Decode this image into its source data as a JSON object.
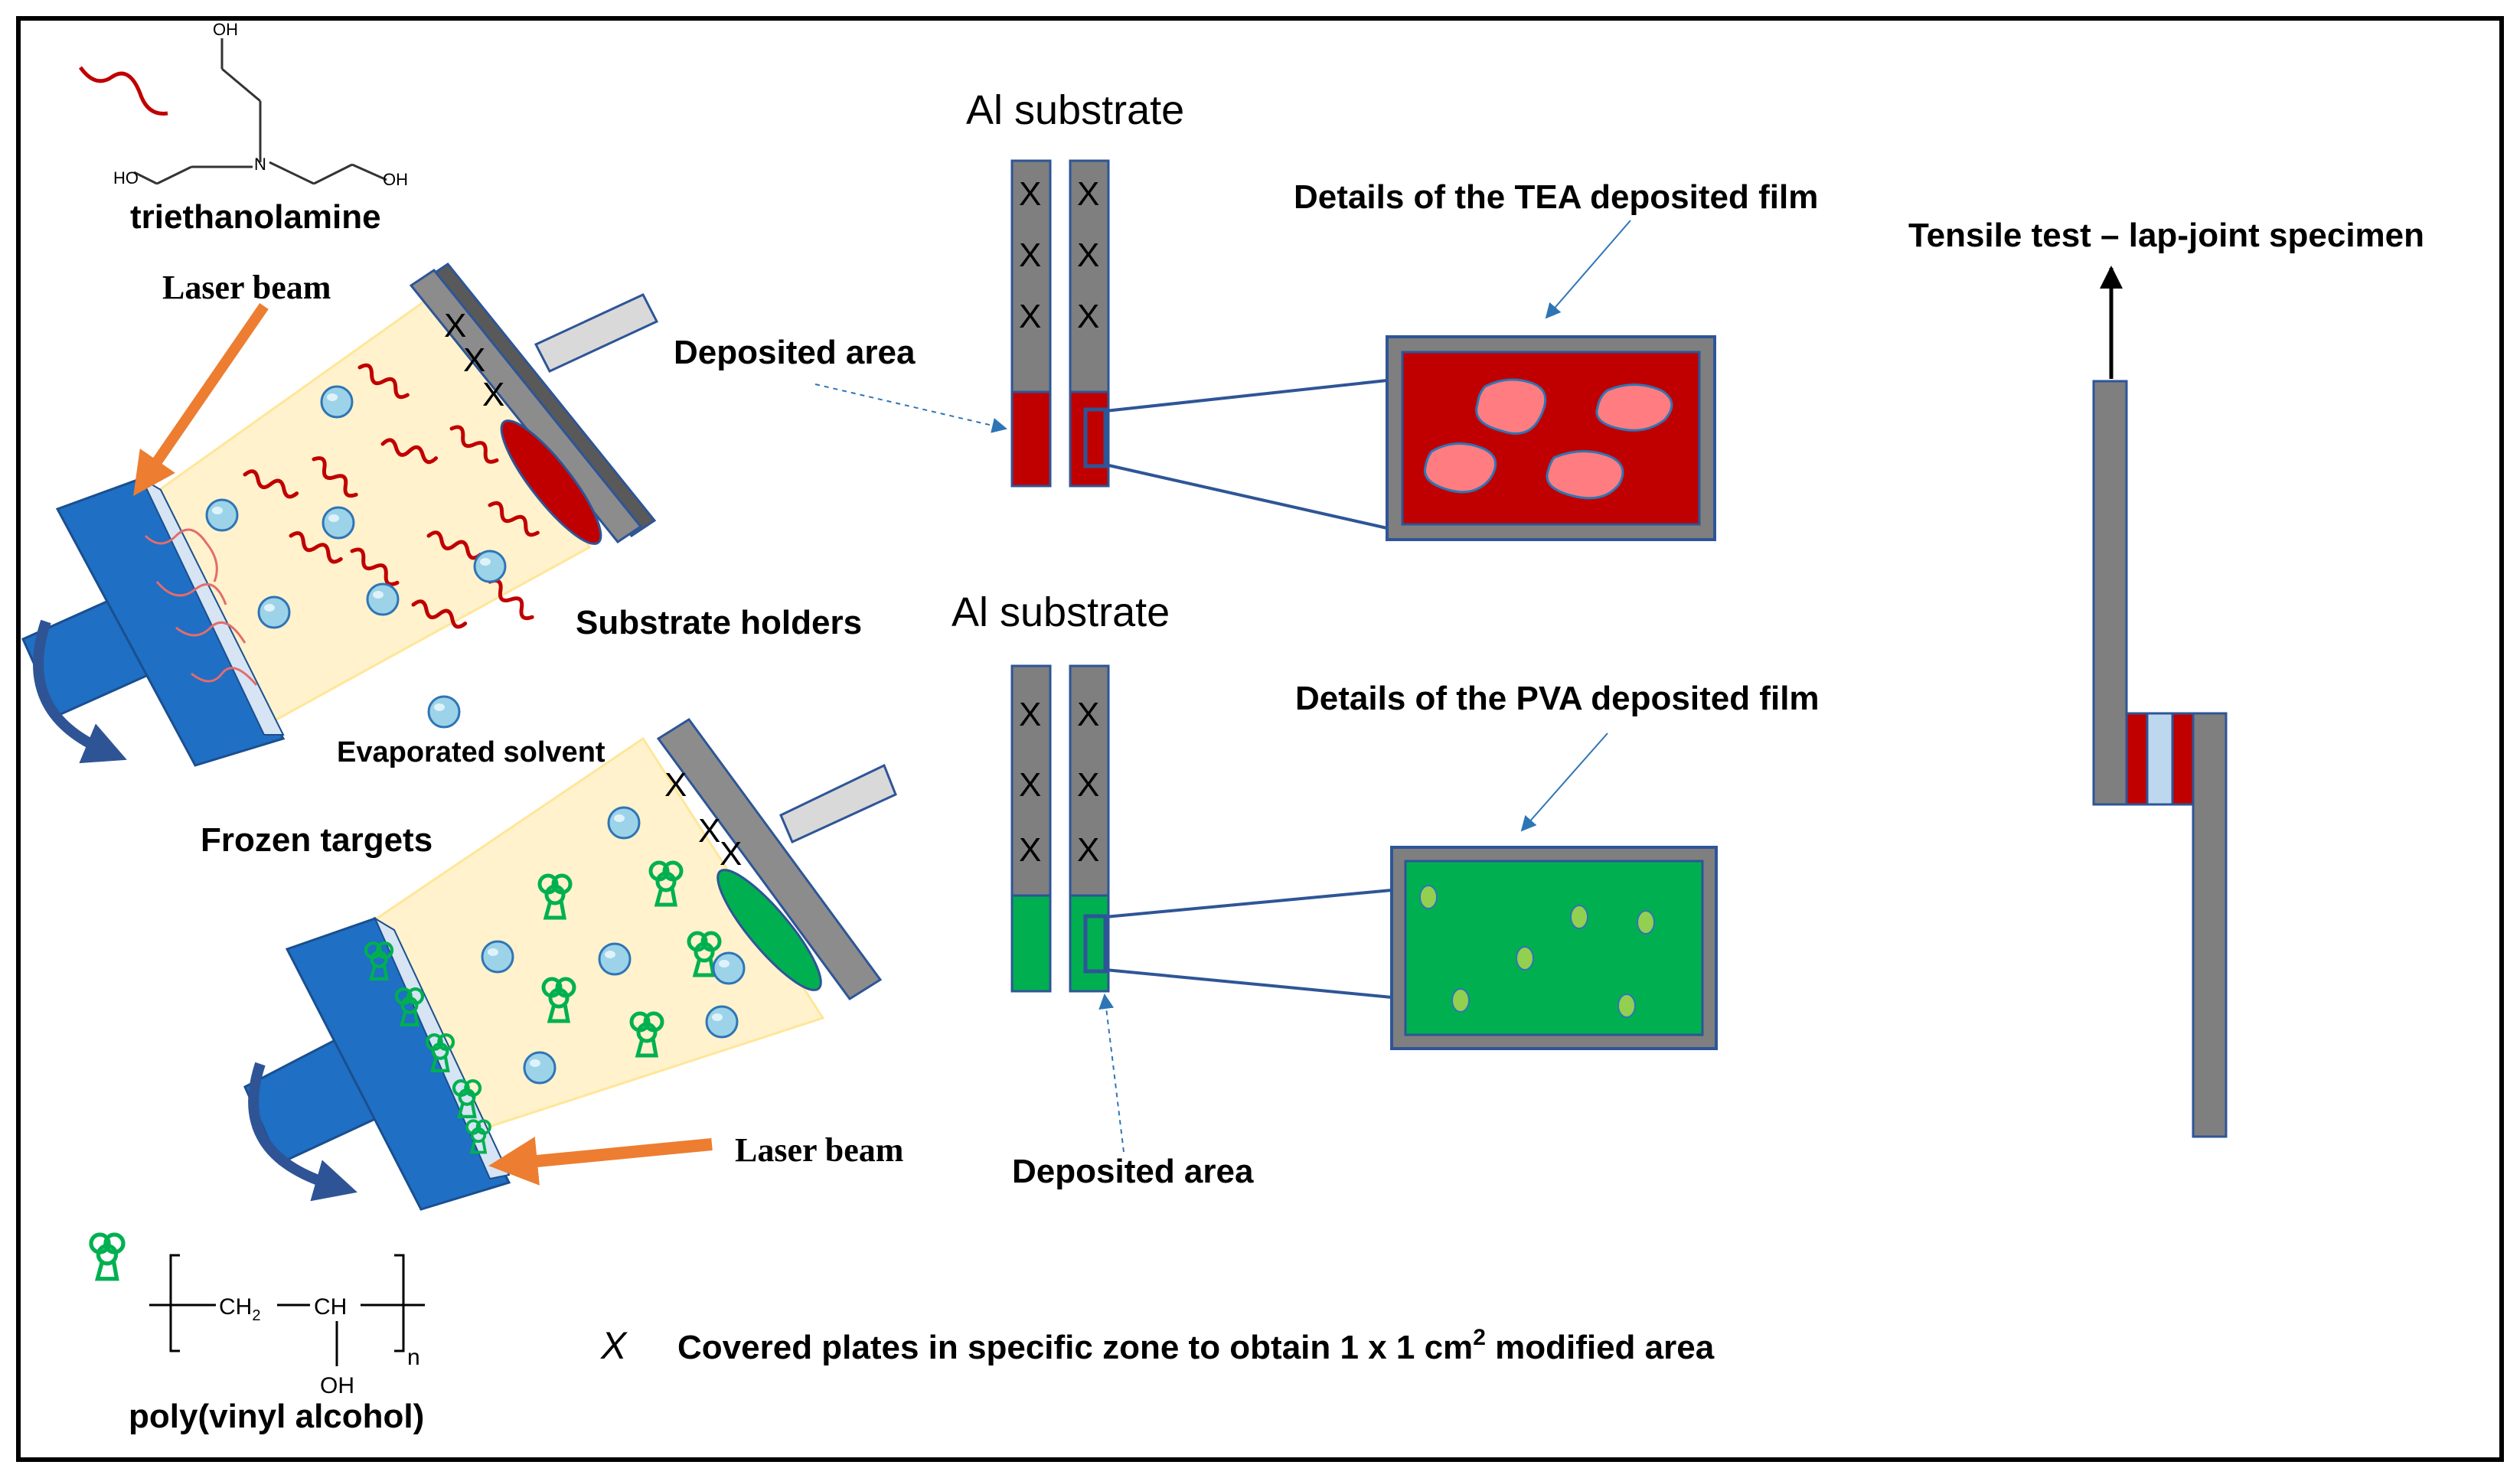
{
  "labels": {
    "triethanolamine": "triethanolamine",
    "laser_beam_top": "Laser beam",
    "laser_beam_bottom": "Laser beam",
    "substrate_holders": "Substrate holders",
    "evaporated_solvent": "Evaporated solvent",
    "frozen_targets": "Frozen targets",
    "al_substrate_top": "Al substrate",
    "al_substrate_bottom": "Al substrate",
    "deposited_area_top": "Deposited area",
    "deposited_area_bottom": "Deposited area",
    "tea_details": "Details of the TEA deposited film",
    "pva_details": "Details of the PVA deposited film",
    "tensile_test": "Tensile test – lap-joint specimen",
    "pva_name": "poly(vinyl alcohol)",
    "legend_x": "X",
    "legend_text": "Covered plates in specific zone to obtain 1 x 1 cm",
    "legend_sup": "2",
    "legend_tail": " modified area"
  },
  "tea_structure": {
    "oh_top": "OH",
    "n": "N",
    "oh_left": "HO",
    "oh_right": "OH"
  },
  "pva_structure": {
    "ch2": "CH",
    "ch2_sub": "2",
    "ch": "CH",
    "oh": "OH",
    "n": "n"
  },
  "mark": "X",
  "colors": {
    "tea_red": "#c00000",
    "particle_pink": "#ff7c80",
    "pva_green": "#00b050",
    "particle_light_green": "#92d050",
    "plate_gray": "#7f7f7f",
    "holder_blue": "#1f6fc4",
    "laser_orange": "#ed7d31",
    "plume_yellow": "#fff2cc",
    "droplet_blue": "#9dd3e8",
    "outline_blue": "#2e5597",
    "spacer_lightblue": "#bdd7ee"
  }
}
